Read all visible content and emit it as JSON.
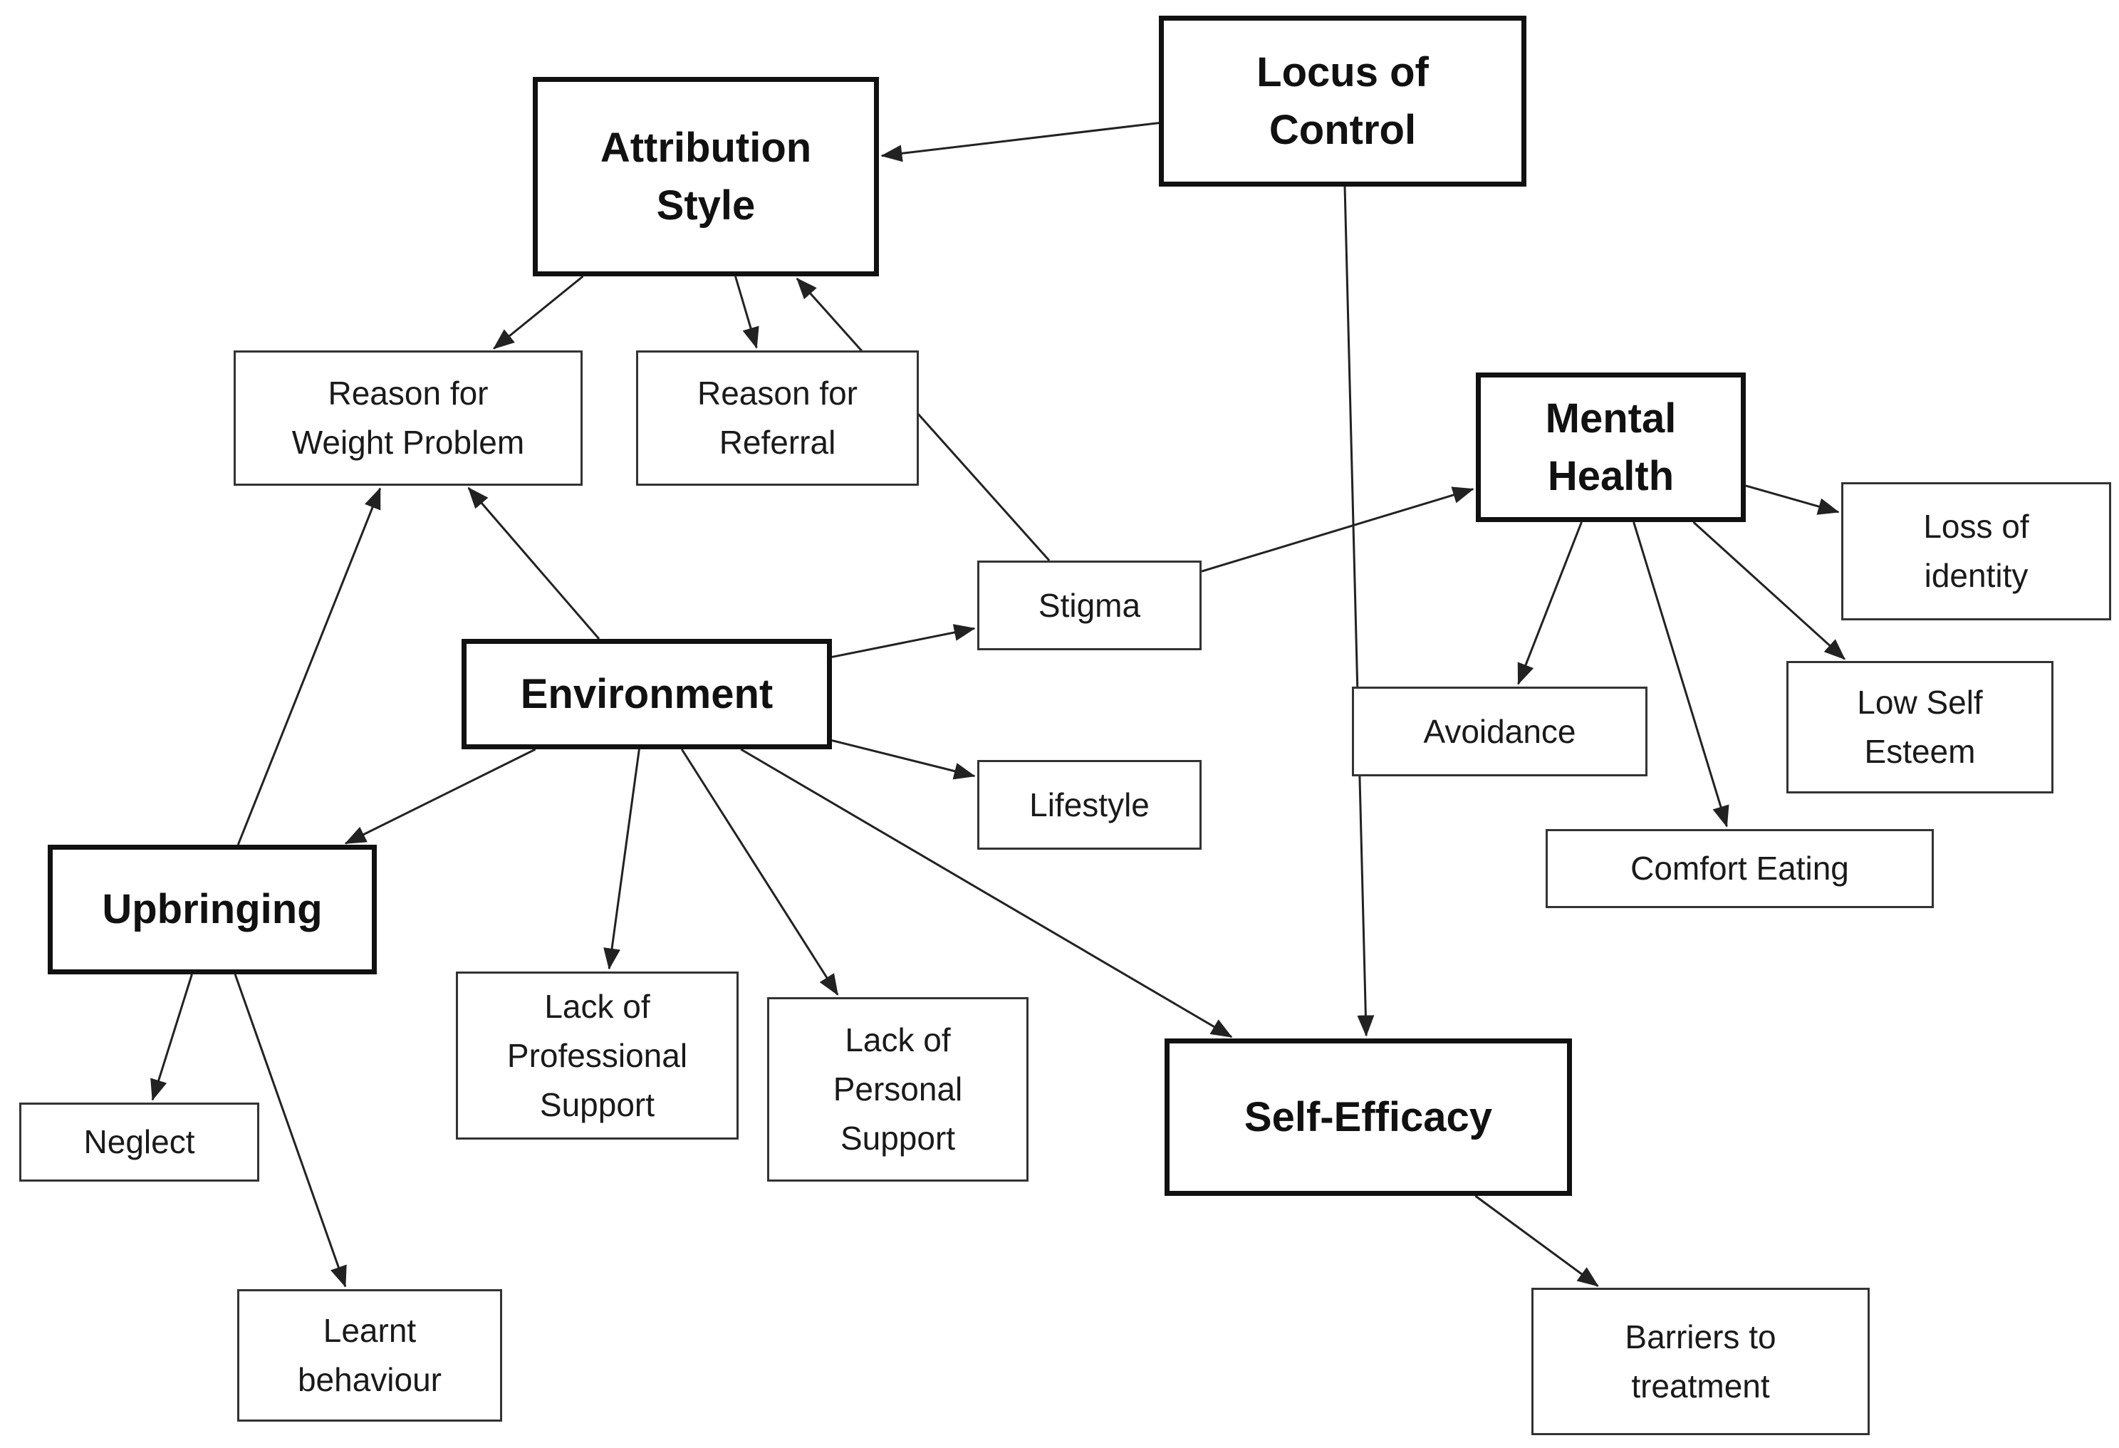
{
  "diagram": {
    "nodes": {
      "locus_of_control": "Locus of\nControl",
      "attribution_style": "Attribution\nStyle",
      "reason_weight": "Reason for\nWeight Problem",
      "reason_referral": "Reason for\nReferral",
      "mental_health": "Mental\nHealth",
      "loss_identity": "Loss of\nidentity",
      "stigma": "Stigma",
      "environment": "Environment",
      "avoidance": "Avoidance",
      "low_self_esteem": "Low Self\nEsteem",
      "lifestyle": "Lifestyle",
      "comfort_eating": "Comfort Eating",
      "upbringing": "Upbringing",
      "lack_professional": "Lack of\nProfessional\nSupport",
      "lack_personal": "Lack of\nPersonal\nSupport",
      "self_efficacy": "Self-Efficacy",
      "neglect": "Neglect",
      "learnt_behaviour": "Learnt\nbehaviour",
      "barriers": "Barriers to\ntreatment"
    },
    "edges": [
      {
        "from": "locus_of_control",
        "to": "attribution_style"
      },
      {
        "from": "locus_of_control",
        "to": "self_efficacy"
      },
      {
        "from": "attribution_style",
        "to": "reason_weight"
      },
      {
        "from": "attribution_style",
        "to": "reason_referral"
      },
      {
        "from": "stigma",
        "to": "attribution_style"
      },
      {
        "from": "stigma",
        "to": "mental_health"
      },
      {
        "from": "environment",
        "to": "stigma"
      },
      {
        "from": "environment",
        "to": "reason_weight"
      },
      {
        "from": "environment",
        "to": "upbringing"
      },
      {
        "from": "environment",
        "to": "lifestyle"
      },
      {
        "from": "environment",
        "to": "lack_professional"
      },
      {
        "from": "environment",
        "to": "lack_personal"
      },
      {
        "from": "environment",
        "to": "self_efficacy"
      },
      {
        "from": "upbringing",
        "to": "reason_weight"
      },
      {
        "from": "upbringing",
        "to": "neglect"
      },
      {
        "from": "upbringing",
        "to": "learnt_behaviour"
      },
      {
        "from": "mental_health",
        "to": "loss_identity"
      },
      {
        "from": "mental_health",
        "to": "avoidance"
      },
      {
        "from": "mental_health",
        "to": "low_self_esteem"
      },
      {
        "from": "mental_health",
        "to": "comfort_eating"
      },
      {
        "from": "self_efficacy",
        "to": "barriers"
      }
    ]
  }
}
